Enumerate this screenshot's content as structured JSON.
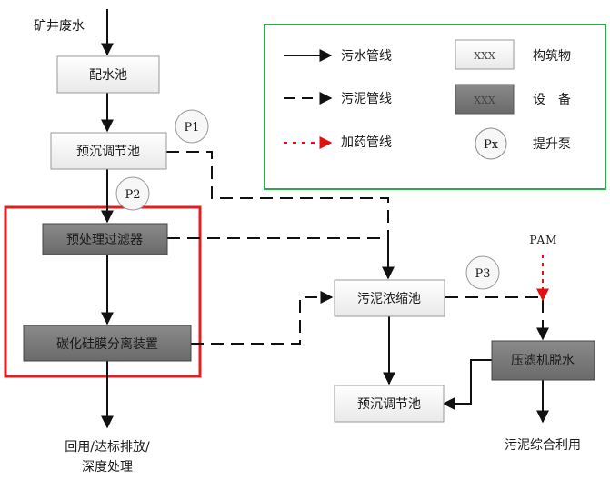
{
  "inputs": {
    "mine_water": "矿井废水",
    "pam": "PAM"
  },
  "structures": {
    "distribution_tank": "配水池",
    "pre_regulating_tank_top": "预沉调节池",
    "sludge_thickener": "污泥浓缩池",
    "pre_regulating_tank_bottom": "预沉调节池"
  },
  "equipment": {
    "pretreatment_filter": "预处理过滤器",
    "sic_membrane_unit": "碳化硅膜分离装置",
    "filter_press": "压滤机脱水"
  },
  "pumps": {
    "p1": "P1",
    "p2": "P2",
    "p3": "P3"
  },
  "outputs": {
    "reuse_line1": "回用/达标排放/",
    "reuse_line2": "深度处理",
    "sludge_use": "污泥综合利用"
  },
  "legend": {
    "sewage_line": "污水管线",
    "sludge_line": "污泥管线",
    "dosing_line": "加药管线",
    "structure": "构筑物",
    "structure_sample": "XXX",
    "equipment_label": "设　备",
    "equipment_sample": "XXX",
    "pump": "提升泵",
    "pump_sample": "Px"
  },
  "colors": {
    "highlight_frame": "#e02020",
    "legend_frame": "#2aa84a",
    "dosing_line": "#e01010",
    "equipment_fill": "#7a7a7a",
    "structure_fill": "#f3f3f3"
  }
}
